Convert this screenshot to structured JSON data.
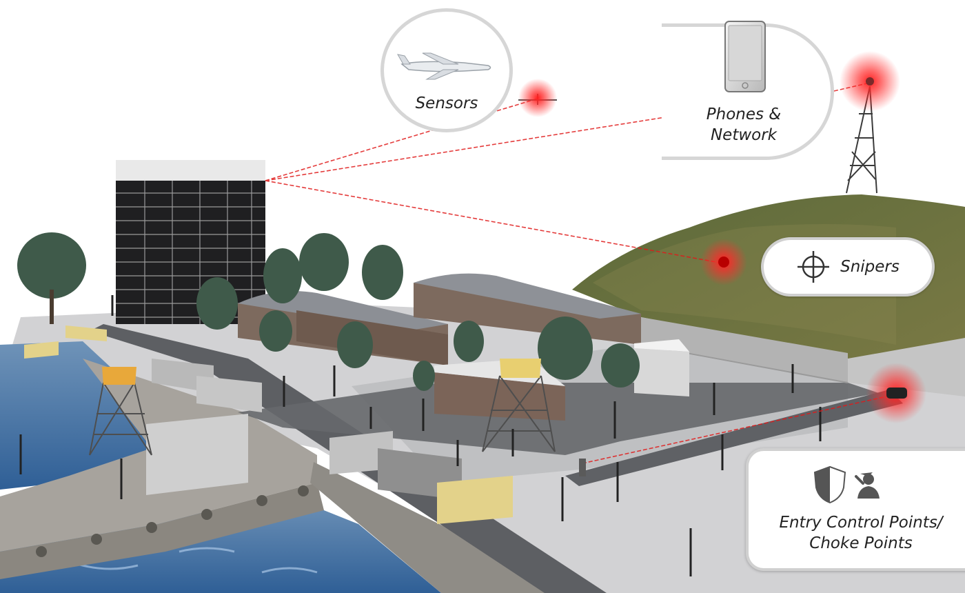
{
  "labels": {
    "sensors": "Sensors",
    "phones_line1": "Phones &",
    "phones_line2": "Network",
    "snipers": "Snipers",
    "ecp_line1": "Entry Control Points/",
    "ecp_line2": "Choke Points"
  },
  "icons": {
    "sensors": "surveillance-aircraft-icon",
    "phones": "smartphone-icon",
    "snipers": "crosshair-icon",
    "ecp_shield": "shield-icon",
    "ecp_guard": "saluting-guard-icon"
  },
  "colors": {
    "threat_red": "#e01a1a",
    "callout_border": "#d6d6d6",
    "text": "#222222"
  }
}
